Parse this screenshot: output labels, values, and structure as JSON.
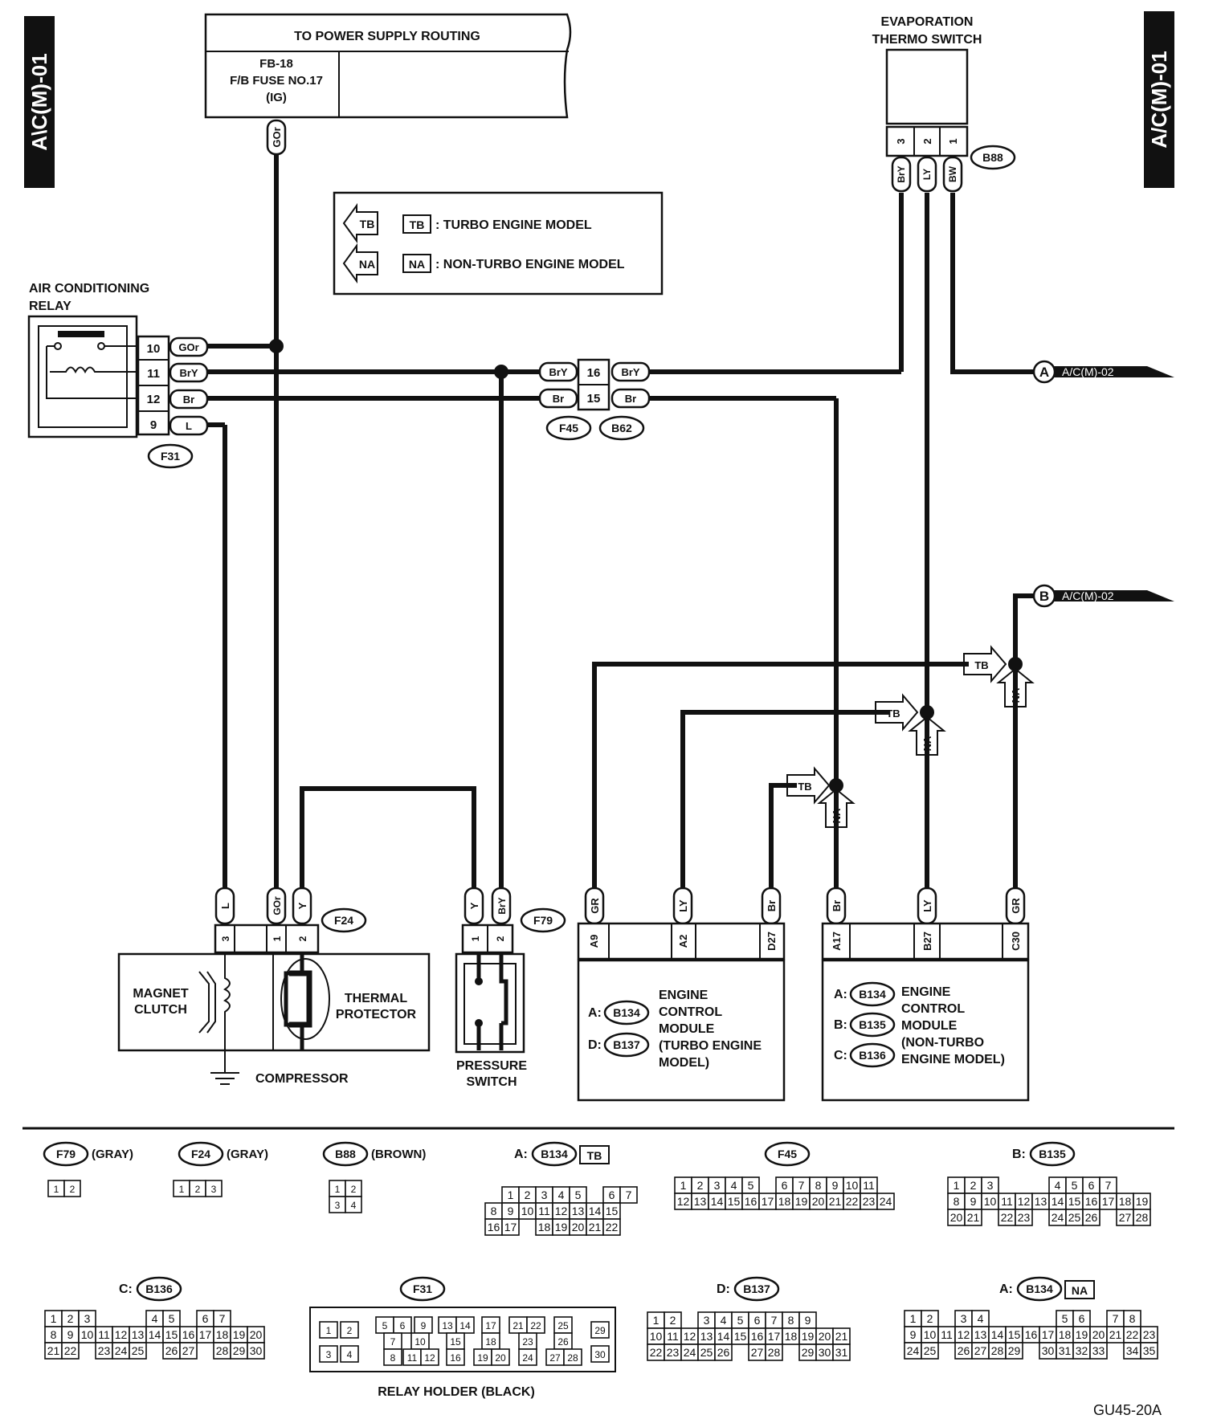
{
  "page": {
    "code": "GU45-20A"
  },
  "side_tabs": {
    "left": "A\\C(M)-01",
    "right": "A/C(M)-01"
  },
  "power": {
    "title": "TO POWER SUPPLY ROUTING",
    "line1": "FB-18",
    "line2": "F/B FUSE NO.17",
    "line3": "(IG)",
    "wire": "GOr"
  },
  "legend": {
    "tb_tag": "TB",
    "tb_text": ": TURBO ENGINE MODEL",
    "na_tag": "NA",
    "na_text": ": NON-TURBO ENGINE MODEL"
  },
  "thermo_switch": {
    "title1": "EVAPORATION",
    "title2": "THERMO SWITCH",
    "pins": [
      "3",
      "2",
      "1"
    ],
    "wires": [
      "BrY",
      "LY",
      "BW"
    ],
    "connector": "B88"
  },
  "relay": {
    "title1": "AIR CONDITIONING",
    "title2": "RELAY",
    "pins": [
      "10",
      "11",
      "12",
      "9"
    ],
    "wires": [
      "GOr",
      "BrY",
      "Br",
      "L"
    ],
    "connector": "F31"
  },
  "joint": {
    "top_pin": "16",
    "bottom_pin": "15",
    "left_top": "BrY",
    "right_top": "BrY",
    "left_bottom": "Br",
    "right_bottom": "Br",
    "conn_left": "F45",
    "conn_right": "B62"
  },
  "offpage": [
    {
      "tag": "A",
      "label": "A/C(M)-02"
    },
    {
      "tag": "B",
      "label": "A/C(M)-02"
    }
  ],
  "tb_tag": "TB",
  "na_tag": "NA",
  "compressor": {
    "wires": [
      "L",
      "GOr",
      "Y"
    ],
    "pins": [
      "3",
      "1",
      "2"
    ],
    "connector": "F24",
    "clutch": "MAGNET\nCLUTCH",
    "protector": "THERMAL\nPROTECTOR",
    "label": "COMPRESSOR"
  },
  "pressure_switch": {
    "wires": [
      "Y",
      "BrY"
    ],
    "pins": [
      "1",
      "2"
    ],
    "connector": "F79",
    "label1": "PRESSURE",
    "label2": "SWITCH"
  },
  "ecm_turbo": {
    "wires": [
      "GR",
      "LY",
      "Br"
    ],
    "pins": [
      "A9",
      "A2",
      "D27"
    ],
    "conn_a_prefix": "A:",
    "conn_a": "B134",
    "conn_d_prefix": "D:",
    "conn_d": "B137",
    "l1": "ENGINE",
    "l2": "CONTROL",
    "l3": "MODULE",
    "l4": "(TURBO ENGINE",
    "l5": "MODEL)"
  },
  "ecm_na": {
    "wires": [
      "Br",
      "LY",
      "GR"
    ],
    "pins": [
      "A17",
      "B27",
      "C30"
    ],
    "conn_a_prefix": "A:",
    "conn_a": "B134",
    "conn_b_prefix": "B:",
    "conn_b": "B135",
    "conn_c_prefix": "C:",
    "conn_c": "B136",
    "l1": "ENGINE",
    "l2": "CONTROL",
    "l3": "MODULE",
    "l4": "(NON-TURBO",
    "l5": "ENGINE MODEL)"
  },
  "connector_views": {
    "f79": {
      "id": "F79",
      "color": "(GRAY)",
      "pins": [
        "1",
        "2"
      ]
    },
    "f24": {
      "id": "F24",
      "color": "(GRAY)",
      "pins": [
        "1",
        "2",
        "3"
      ]
    },
    "b88": {
      "id": "B88",
      "color": "(BROWN)",
      "rows": [
        [
          "1",
          "2"
        ],
        [
          "3",
          "4"
        ]
      ]
    },
    "b134tb": {
      "prefix": "A:",
      "id": "B134",
      "tag": "TB",
      "rows": [
        [
          "",
          "1",
          "2",
          "3",
          "4",
          "5",
          "",
          "6",
          "7"
        ],
        [
          "8",
          "9",
          "10",
          "11",
          "12",
          "13",
          "14",
          "15"
        ],
        [
          "16",
          "17",
          "",
          "18",
          "19",
          "20",
          "21",
          "22"
        ]
      ]
    },
    "f45": {
      "id": "F45",
      "rows": [
        [
          "1",
          "2",
          "3",
          "4",
          "5",
          "",
          "6",
          "7",
          "8",
          "9",
          "10",
          "11"
        ],
        [
          "12",
          "13",
          "14",
          "15",
          "16",
          "17",
          "18",
          "19",
          "20",
          "21",
          "22",
          "23",
          "24"
        ]
      ]
    },
    "b135": {
      "prefix": "B:",
      "id": "B135",
      "rows": [
        [
          "1",
          "2",
          "3",
          "",
          "",
          "",
          "4",
          "5",
          "6",
          "7"
        ],
        [
          "8",
          "9",
          "10",
          "11",
          "12",
          "13",
          "14",
          "15",
          "16",
          "17",
          "18",
          "19"
        ],
        [
          "20",
          "21",
          "",
          "22",
          "23",
          "",
          "24",
          "25",
          "26",
          "",
          "27",
          "28"
        ]
      ]
    },
    "b136": {
      "prefix": "C:",
      "id": "B136",
      "rows": [
        [
          "1",
          "2",
          "3",
          "",
          "",
          "",
          "4",
          "5",
          "",
          "6",
          "7"
        ],
        [
          "8",
          "9",
          "10",
          "11",
          "12",
          "13",
          "14",
          "15",
          "16",
          "17",
          "18",
          "19",
          "20"
        ],
        [
          "21",
          "22",
          "",
          "23",
          "24",
          "25",
          "",
          "26",
          "27",
          "",
          "28",
          "29",
          "30"
        ]
      ]
    },
    "f31": {
      "id": "F31",
      "label": "RELAY HOLDER (BLACK)",
      "pins": [
        "1",
        "2",
        "3",
        "4",
        "5",
        "6",
        "7",
        "8",
        "9",
        "10",
        "11",
        "12",
        "13",
        "14",
        "15",
        "16",
        "17",
        "18",
        "19",
        "20",
        "21",
        "22",
        "23",
        "24",
        "25",
        "26",
        "27",
        "28",
        "29",
        "30"
      ]
    },
    "b137": {
      "prefix": "D:",
      "id": "B137",
      "rows": [
        [
          "1",
          "2",
          "",
          "3",
          "4",
          "5",
          "6",
          "7",
          "8",
          "9"
        ],
        [
          "10",
          "11",
          "12",
          "13",
          "14",
          "15",
          "16",
          "17",
          "18",
          "19",
          "20",
          "21"
        ],
        [
          "22",
          "23",
          "24",
          "25",
          "26",
          "",
          "27",
          "28",
          "",
          "29",
          "30",
          "31"
        ]
      ]
    },
    "b134na": {
      "prefix": "A:",
      "id": "B134",
      "tag": "NA",
      "rows": [
        [
          "1",
          "2",
          "",
          "3",
          "4",
          "",
          "",
          "",
          "",
          "5",
          "6",
          "",
          "7",
          "8"
        ],
        [
          "9",
          "10",
          "11",
          "12",
          "13",
          "14",
          "15",
          "16",
          "17",
          "18",
          "19",
          "20",
          "21",
          "22",
          "23"
        ],
        [
          "24",
          "25",
          "",
          "26",
          "27",
          "28",
          "29",
          "",
          "30",
          "31",
          "32",
          "33",
          "",
          "34",
          "35"
        ]
      ]
    }
  }
}
